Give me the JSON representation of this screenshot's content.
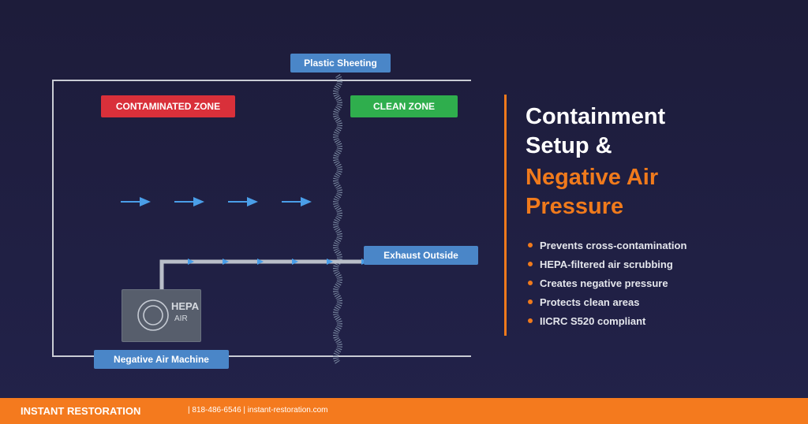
{
  "diagram": {
    "plastic_label": "Plastic Sheeting",
    "contaminated_label": "CONTAMINATED ZONE",
    "clean_label": "CLEAN ZONE",
    "exhaust_label": "Exhaust Outside",
    "machine_label": "Negative Air Machine",
    "machine_text_1": "HEPA",
    "machine_text_2": "AIR",
    "airflow_arrows": 4,
    "colors": {
      "wall": "#c9ccd4",
      "arrow": "#4a9ee8",
      "duct": "#b9bec8",
      "contaminated": "#d9303a",
      "clean": "#2fae4d",
      "label_blue": "#4a86c8"
    }
  },
  "panel": {
    "title_line1": "Containment",
    "title_line2": "Setup &",
    "title_line3": "Negative Air",
    "title_line4": "Pressure",
    "accent_color": "#f07a1c",
    "bullets": [
      "Prevents cross-contamination",
      "HEPA-filtered air scrubbing",
      "Creates negative pressure",
      "Protects clean areas",
      "IICRC S520 compliant"
    ]
  },
  "footer": {
    "brand": "INSTANT RESTORATION",
    "contact": "|  818-486-6546  |  instant-restoration.com",
    "background": "#f47a1e"
  }
}
